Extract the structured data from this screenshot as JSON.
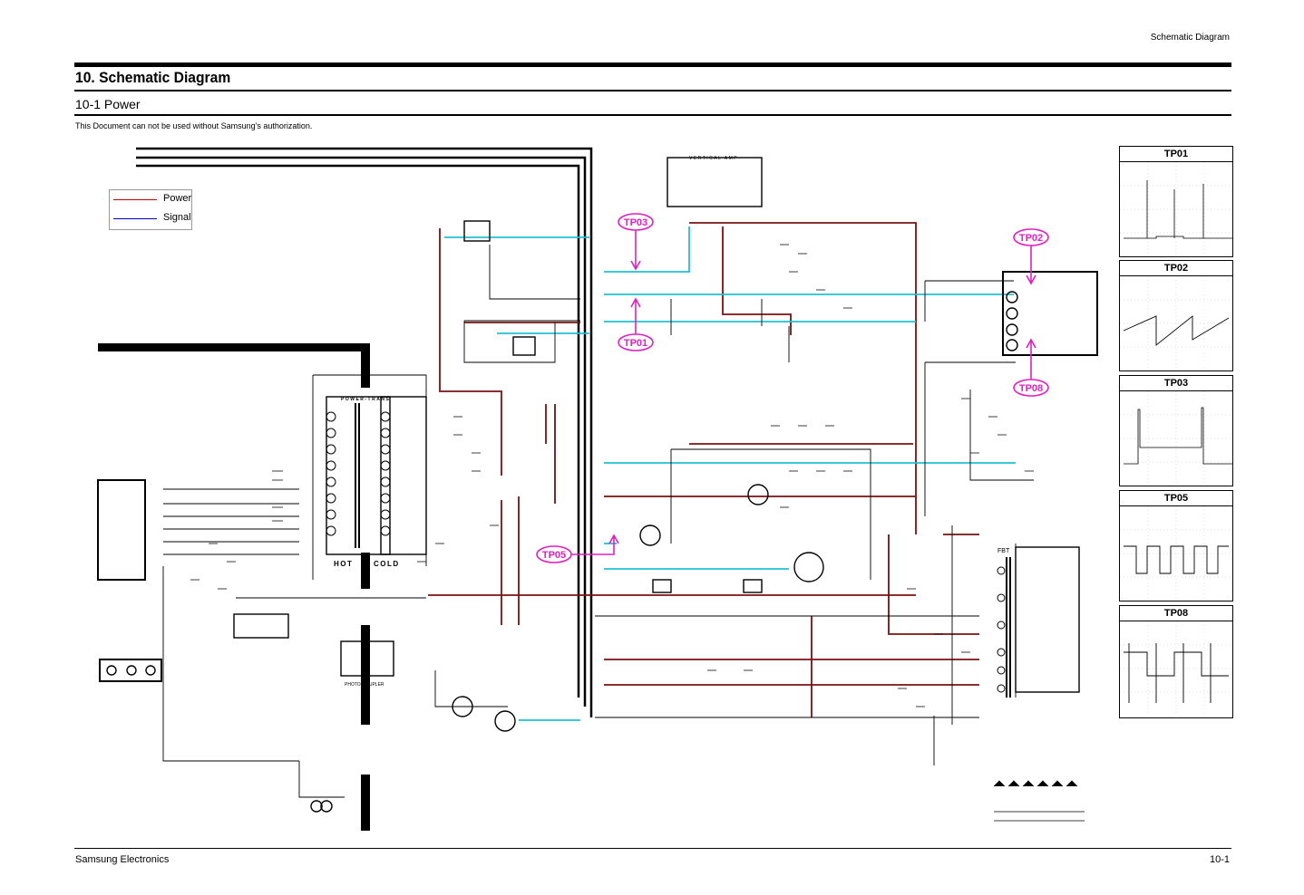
{
  "header": {
    "section_title": "Schematic Diagram",
    "chapter_title": "10. Schematic Diagram",
    "subsection_title": "10-1 Power",
    "notice": "This Document can not be used without Samsung's authorization."
  },
  "legend": {
    "items": [
      {
        "label": "Power",
        "color": "#c00000"
      },
      {
        "label": "Signal",
        "color": "#0000c0"
      }
    ]
  },
  "schematic": {
    "block_labels": {
      "vertical_amp": "VERTICAL AMP",
      "power_trans": "POWER-TRANS",
      "hot": "HOT",
      "cold": "COLD",
      "photo_coupler": "PHOTO-COUPLER",
      "fbt": "FBT"
    },
    "callouts": [
      "TP01",
      "TP02",
      "TP03",
      "TP05",
      "TP08"
    ],
    "callout_color": "#e020c0",
    "wire_colors": {
      "power": "#7a1010",
      "signal": "#20c0d0",
      "ground": "#000000"
    }
  },
  "test_points": [
    {
      "label": "TP01",
      "waveform": "pulse-sparse"
    },
    {
      "label": "TP02",
      "waveform": "sawtooth"
    },
    {
      "label": "TP03",
      "waveform": "step-square"
    },
    {
      "label": "TP05",
      "waveform": "square"
    },
    {
      "label": "TP08",
      "waveform": "pulse-train"
    }
  ],
  "footer": {
    "company": "Samsung Electronics",
    "page_number": "10-1"
  }
}
